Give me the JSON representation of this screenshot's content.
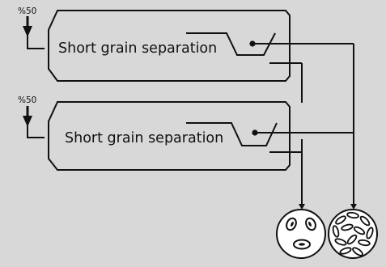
{
  "colors": {
    "background": "#d8d8d8",
    "ink": "#111111"
  },
  "icons": {
    "feed_arrow": "down-arrow-icon",
    "separator_bowl": "separator-bowl-icon",
    "output_short_grain": "short-grain-circle-icon",
    "output_long_grain": "long-grain-circle-icon"
  },
  "units": [
    {
      "feed_percent": "%50",
      "label": "Short grain separation"
    },
    {
      "feed_percent": "%50",
      "label": "Short grain separation"
    }
  ]
}
